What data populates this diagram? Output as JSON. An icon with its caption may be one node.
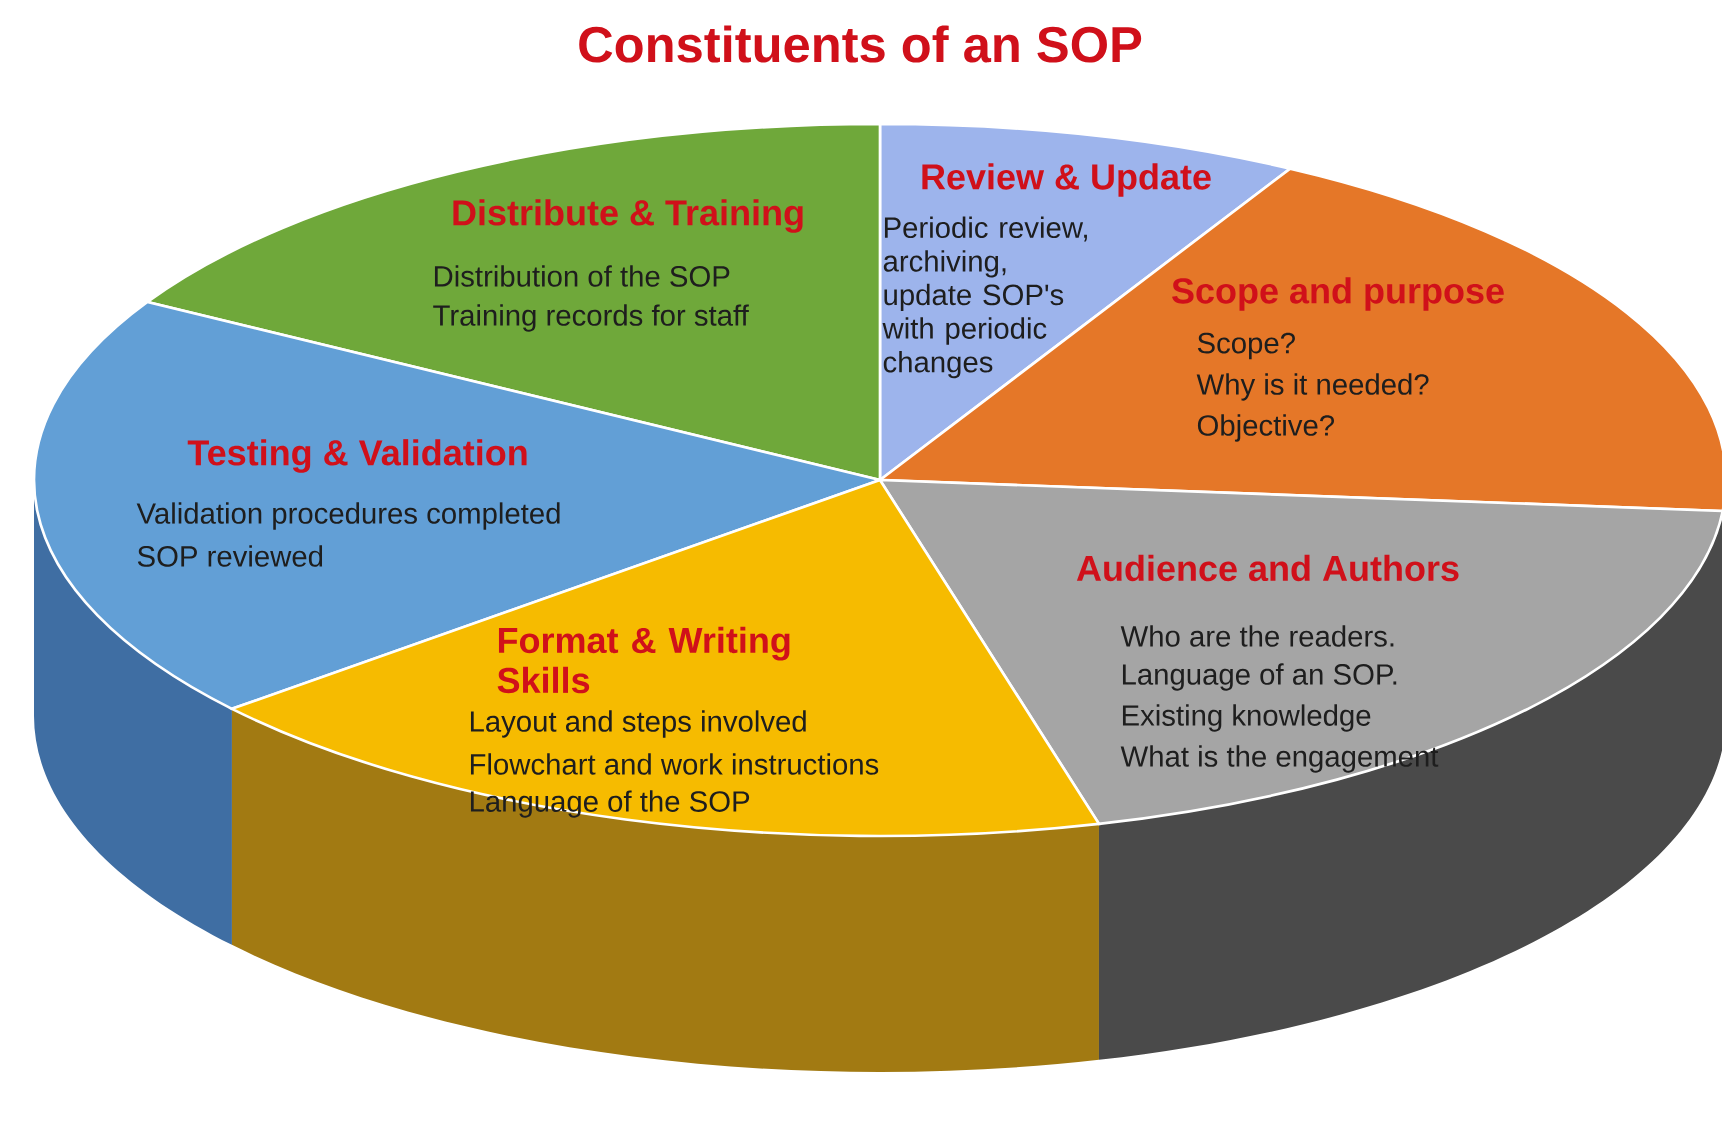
{
  "diagram": {
    "title": "Constituents of an SOP",
    "nodes": [
      {
        "text": [
          "Review & Update",
          "Periodic review, archiving, update SOP's with periodic changes"
        ]
      },
      {
        "text": [
          "Distribute & Training",
          "Distribution of the SOP",
          "Training records for staff"
        ]
      },
      {
        "text": [
          "Scope and purpose",
          "Scope?",
          "Why is it needed?",
          "Objective?"
        ]
      },
      {
        "text": [
          "Testing & Validation",
          "Validation procedures completed",
          "SOP reviewed"
        ]
      },
      {
        "text": [
          "Audience and Authors",
          "Who are the readers.",
          "Language of an SOP.",
          "Existing knowledge",
          "What is the engagement"
        ]
      },
      {
        "text": [
          "Format & Writing Skills",
          "Layout and steps involved",
          "Flowchart and work instructions",
          "Language of the SOP"
        ]
      }
    ]
  }
}
